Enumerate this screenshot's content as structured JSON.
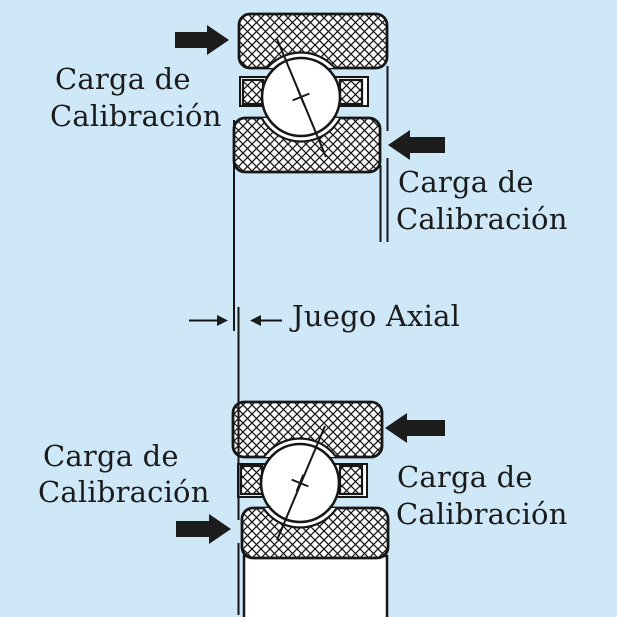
{
  "colors": {
    "background": "#cee8f8",
    "ink": "#1b1b1b",
    "part_fill": "#ffffff"
  },
  "labels": {
    "load_top_left": {
      "line1": "Carga de",
      "line2": "Calibración"
    },
    "load_top_right": {
      "line1": "Carga de",
      "line2": "Calibración"
    },
    "load_bottom_left": {
      "line1": "Carga de",
      "line2": "Calibración"
    },
    "load_bottom_right": {
      "line1": "Carga de",
      "line2": "Calibración"
    },
    "axial_play": "Juego Axial"
  },
  "icons": {
    "load_arrows": [
      "load-arrow-top-left-right-pointing",
      "load-arrow-top-right-left-pointing",
      "load-arrow-bottom-left-right-pointing",
      "load-arrow-bottom-right-left-pointing"
    ],
    "dimension_arrows": [
      "dimension-arrow-right-pointing",
      "dimension-arrow-left-pointing"
    ]
  }
}
